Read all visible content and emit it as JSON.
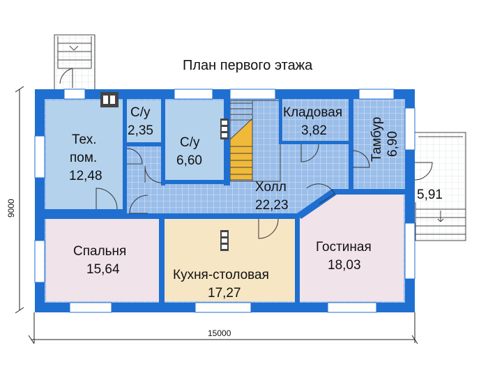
{
  "title": "План первого этажа",
  "dimensions": {
    "width": "15000",
    "height": "9000"
  },
  "rooms": {
    "tech": {
      "name": "Тех.",
      "name2": "пом.",
      "area": "12,48"
    },
    "wc1": {
      "name": "С/у",
      "area": "2,35"
    },
    "wc2": {
      "name": "С/у",
      "area": "6,60"
    },
    "storage": {
      "name": "Кладовая",
      "area": "3,82"
    },
    "tambour": {
      "name": "Тамбур",
      "area": "6,90"
    },
    "porch": {
      "area": "5,91"
    },
    "hall": {
      "name": "Холл",
      "area": "22,23"
    },
    "bedroom": {
      "name": "Спальня",
      "area": "15,64"
    },
    "kitchen": {
      "name": "Кухня-столовая",
      "area": "17,27"
    },
    "living": {
      "name": "Гостиная",
      "area": "18,03"
    }
  },
  "colors": {
    "wall": "#1f6fd1",
    "tech_fill": "#b4d2ec",
    "wc_fill": "#b4d2ec",
    "bedroom_fill": "#f1e3ea",
    "living_fill": "#f1e3ea",
    "kitchen_fill": "#f7e6c4",
    "stair_fill": "#f0b93a",
    "grid": "#d9dee3"
  }
}
